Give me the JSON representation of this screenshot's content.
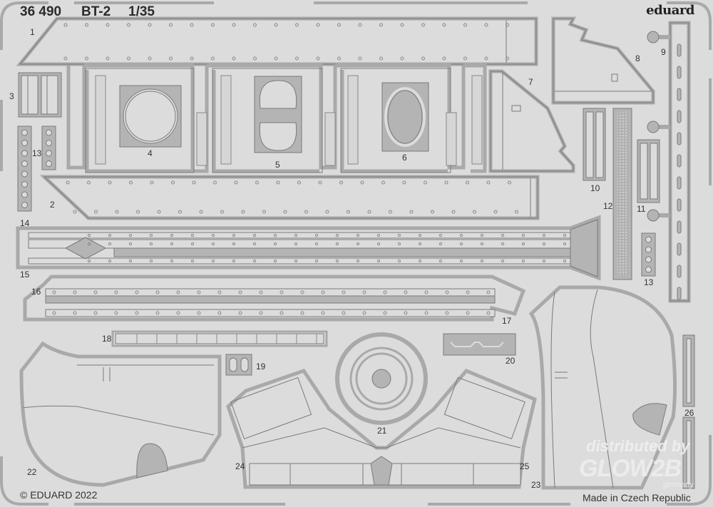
{
  "header": {
    "catalog_number": "36 490",
    "model": "BT-2",
    "scale": "1/35",
    "brand": "eduard"
  },
  "footer": {
    "copyright": "© EDUARD 2022",
    "origin": "Made in Czech Republic"
  },
  "watermark": {
    "line1": "distributed by",
    "line2": "GLOW2B",
    "line3": "germany"
  },
  "parts": [
    {
      "id": "1",
      "label": "1"
    },
    {
      "id": "2",
      "label": "2"
    },
    {
      "id": "3",
      "label": "3"
    },
    {
      "id": "4",
      "label": "4"
    },
    {
      "id": "5",
      "label": "5"
    },
    {
      "id": "6",
      "label": "6"
    },
    {
      "id": "7",
      "label": "7"
    },
    {
      "id": "8",
      "label": "8"
    },
    {
      "id": "9",
      "label": "9"
    },
    {
      "id": "10",
      "label": "10"
    },
    {
      "id": "11",
      "label": "11"
    },
    {
      "id": "12",
      "label": "12"
    },
    {
      "id": "13a",
      "label": "13"
    },
    {
      "id": "13b",
      "label": "13"
    },
    {
      "id": "14",
      "label": "14"
    },
    {
      "id": "15",
      "label": "15"
    },
    {
      "id": "16",
      "label": "16"
    },
    {
      "id": "17",
      "label": "17"
    },
    {
      "id": "18",
      "label": "18"
    },
    {
      "id": "19",
      "label": "19"
    },
    {
      "id": "20",
      "label": "20"
    },
    {
      "id": "21",
      "label": "21"
    },
    {
      "id": "22",
      "label": "22"
    },
    {
      "id": "23",
      "label": "23"
    },
    {
      "id": "24",
      "label": "24"
    },
    {
      "id": "25",
      "label": "25"
    },
    {
      "id": "26",
      "label": "26"
    }
  ],
  "colors": {
    "sheet": "#dcdcdc",
    "frame": "#a9a9a9",
    "outline": "#7a7a7a",
    "fill_dark": "#b4b4b4",
    "text": "#2a2a2a"
  }
}
